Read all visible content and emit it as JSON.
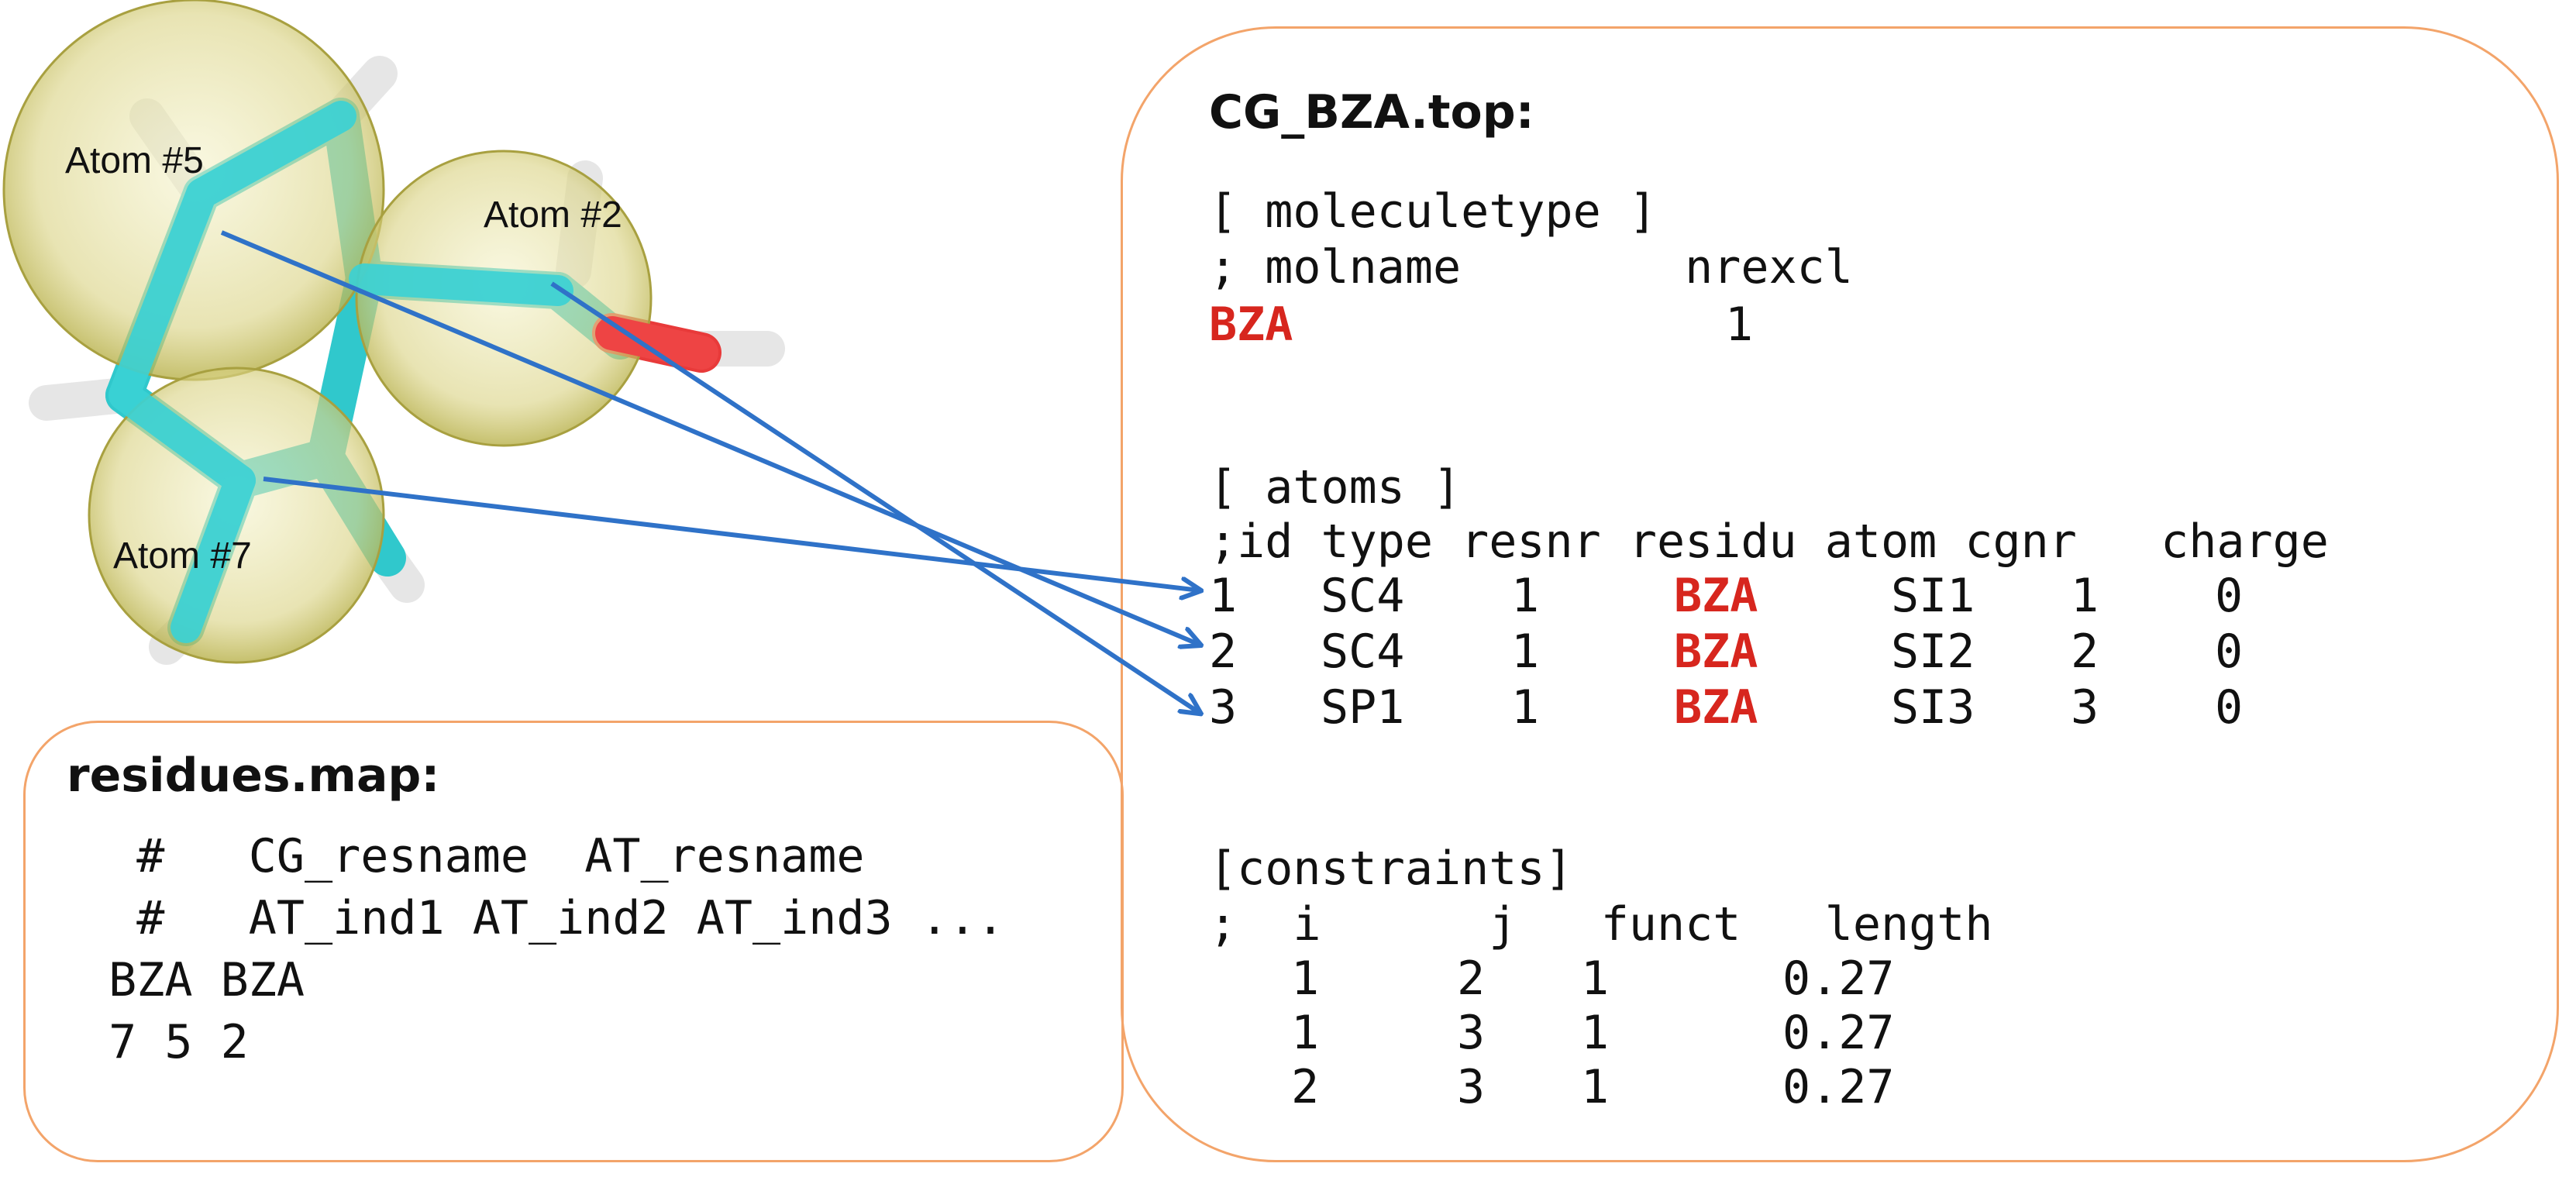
{
  "molecule": {
    "atom_labels": [
      "Atom #5",
      "Atom #2",
      "Atom #7"
    ],
    "colors": {
      "carbon": "#30c8cc",
      "oxygen": "#e83a3a",
      "hydrogen": "#e6e6e6",
      "bead": "#e0dc8a"
    }
  },
  "arrow_color": "#2f72c8",
  "panel_border_color": "#f3a46a",
  "residues_map": {
    "title": "residues.map:",
    "lines": [
      "  #   CG_resname  AT_resname",
      "  #   AT_ind1 AT_ind2 AT_ind3 ...",
      " BZA BZA",
      " 7 5 2"
    ]
  },
  "top_file": {
    "title": "CG_BZA.top:",
    "moleculetype_header": "[ moleculetype ]",
    "moleculetype_columns": "; molname        nrexcl",
    "molname": "BZA",
    "nrexcl": "1",
    "atoms_header": "[ atoms ]",
    "atoms_columns": ";id type resnr residu atom cgnr   charge",
    "atoms": [
      {
        "id": "1",
        "type": "SC4",
        "resnr": "1",
        "residu": "BZA",
        "atom": "SI1",
        "cgnr": "1",
        "charge": "0"
      },
      {
        "id": "2",
        "type": "SC4",
        "resnr": "1",
        "residu": "BZA",
        "atom": "SI2",
        "cgnr": "2",
        "charge": "0"
      },
      {
        "id": "3",
        "type": "SP1",
        "resnr": "1",
        "residu": "BZA",
        "atom": "SI3",
        "cgnr": "3",
        "charge": "0"
      }
    ],
    "constraints_header": "[constraints]",
    "constraints_columns": ";  i      j   funct   length",
    "constraints": [
      {
        "i": "1",
        "j": "2",
        "funct": "1",
        "length": "0.27"
      },
      {
        "i": "1",
        "j": "3",
        "funct": "1",
        "length": "0.27"
      },
      {
        "i": "2",
        "j": "3",
        "funct": "1",
        "length": "0.27"
      }
    ],
    "highlight_color": "#d7261e"
  }
}
